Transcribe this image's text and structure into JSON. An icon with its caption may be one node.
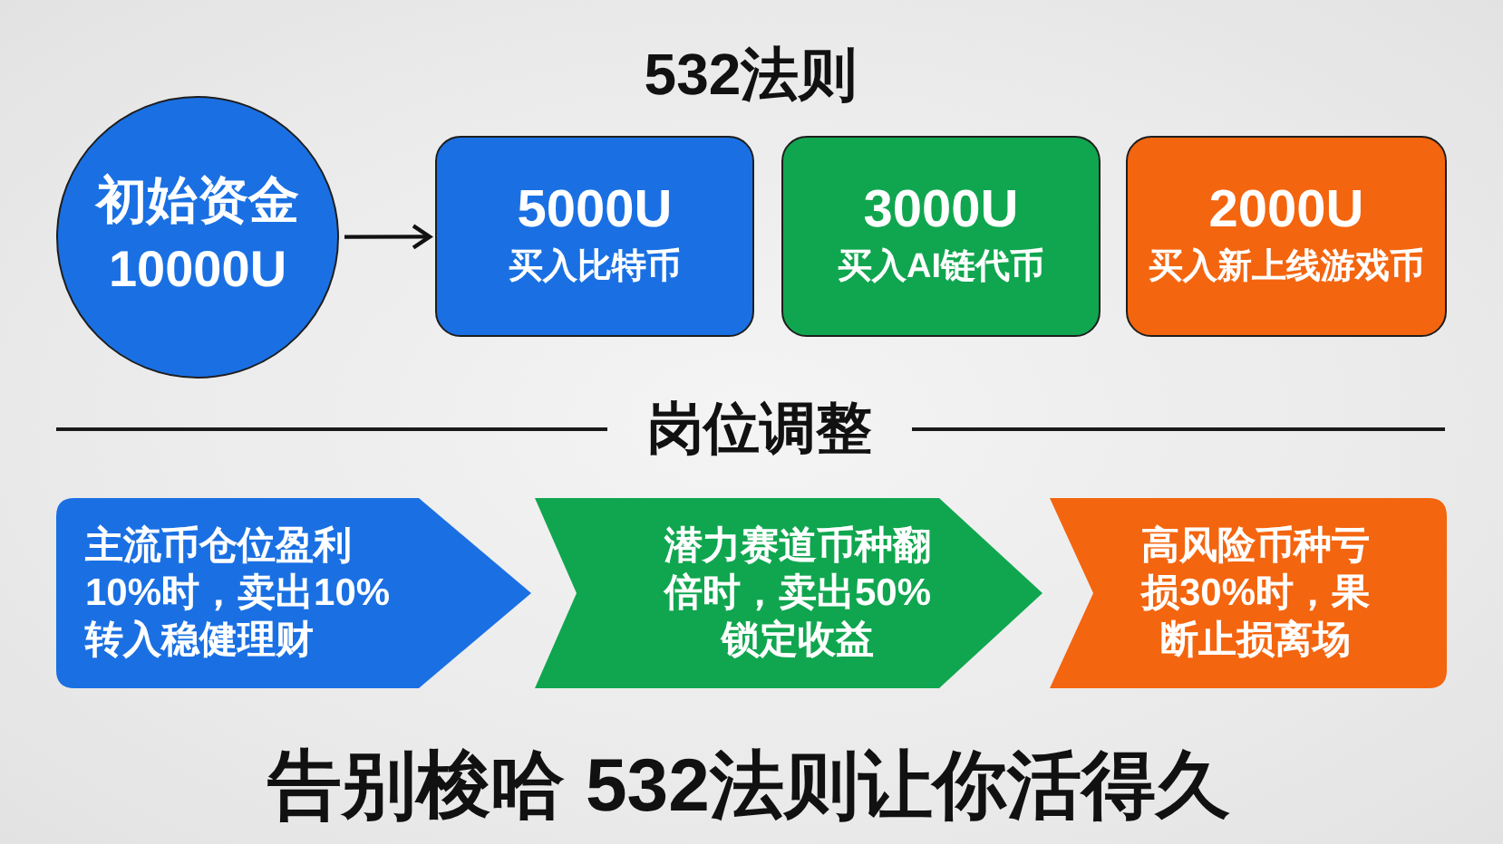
{
  "diagram": {
    "title": "532法则",
    "nodes": [
      {
        "text": [
          "初始资金",
          "10000U"
        ]
      },
      {
        "text": [
          "5000U",
          "买入比特币"
        ]
      },
      {
        "text": [
          "3000U",
          "买入AI链代币"
        ]
      },
      {
        "text": [
          "2000U",
          "买入新上线游戏币"
        ]
      },
      {
        "text": [
          "主流币仓位盈利10%时，卖出10%转入稳健理财"
        ]
      },
      {
        "text": [
          "潜力赛道币种翻倍时，卖出50%锁定收益"
        ]
      },
      {
        "text": [
          "高风险币种亏损30%时，果断止损离场"
        ]
      }
    ],
    "edges": [
      {
        "from": 0,
        "to": 1,
        "arrow": "to"
      }
    ],
    "labels": [
      "岗位调整"
    ],
    "caption": "告别梭哈 532法则让你活得久"
  }
}
